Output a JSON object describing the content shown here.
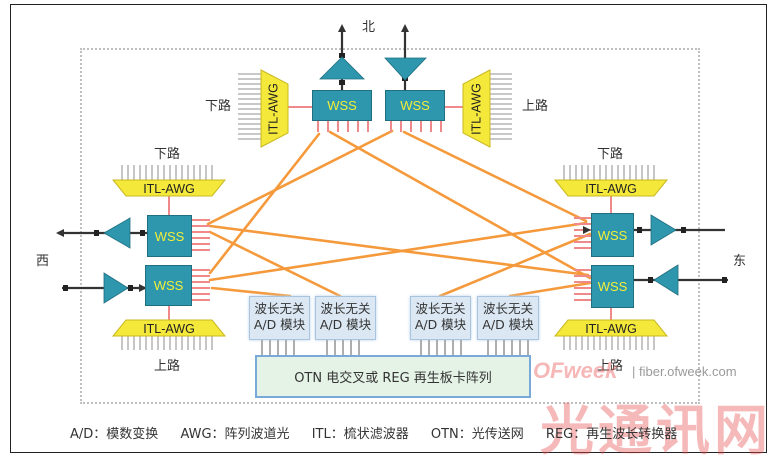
{
  "directions": {
    "north": "北",
    "west": "西",
    "east": "东"
  },
  "port_labels": {
    "drop": "下路",
    "add": "上路"
  },
  "nodes": {
    "wss_label": "WSS",
    "awg_label": "ITL-AWG"
  },
  "ad_module": {
    "line1": "波长无关",
    "line2": "A/D 模块",
    "count": 4
  },
  "otn_array": "OTN 电交叉或 REG 再生板卡阵列",
  "legend": [
    "A/D：模数变换",
    "AWG：阵列波道光",
    "ITL：梳状滤波器",
    "OTN：光传送网",
    "REG：再生波长转换器"
  ],
  "watermark": {
    "brand": "OFweek",
    "site": "fiber.ofweek.com",
    "cn": "光通讯网"
  },
  "colors": {
    "wss_fill": "#2e97ad",
    "wss_text": "#f2ee3a",
    "awg_fill": "#f4e83a",
    "amp_fill": "#2e97ad",
    "fiber_orange": "#f59a3c",
    "port_red": "#f08a8a",
    "ad_fill": "#dbe8f4",
    "otn_fill": "#e5f2e6"
  }
}
